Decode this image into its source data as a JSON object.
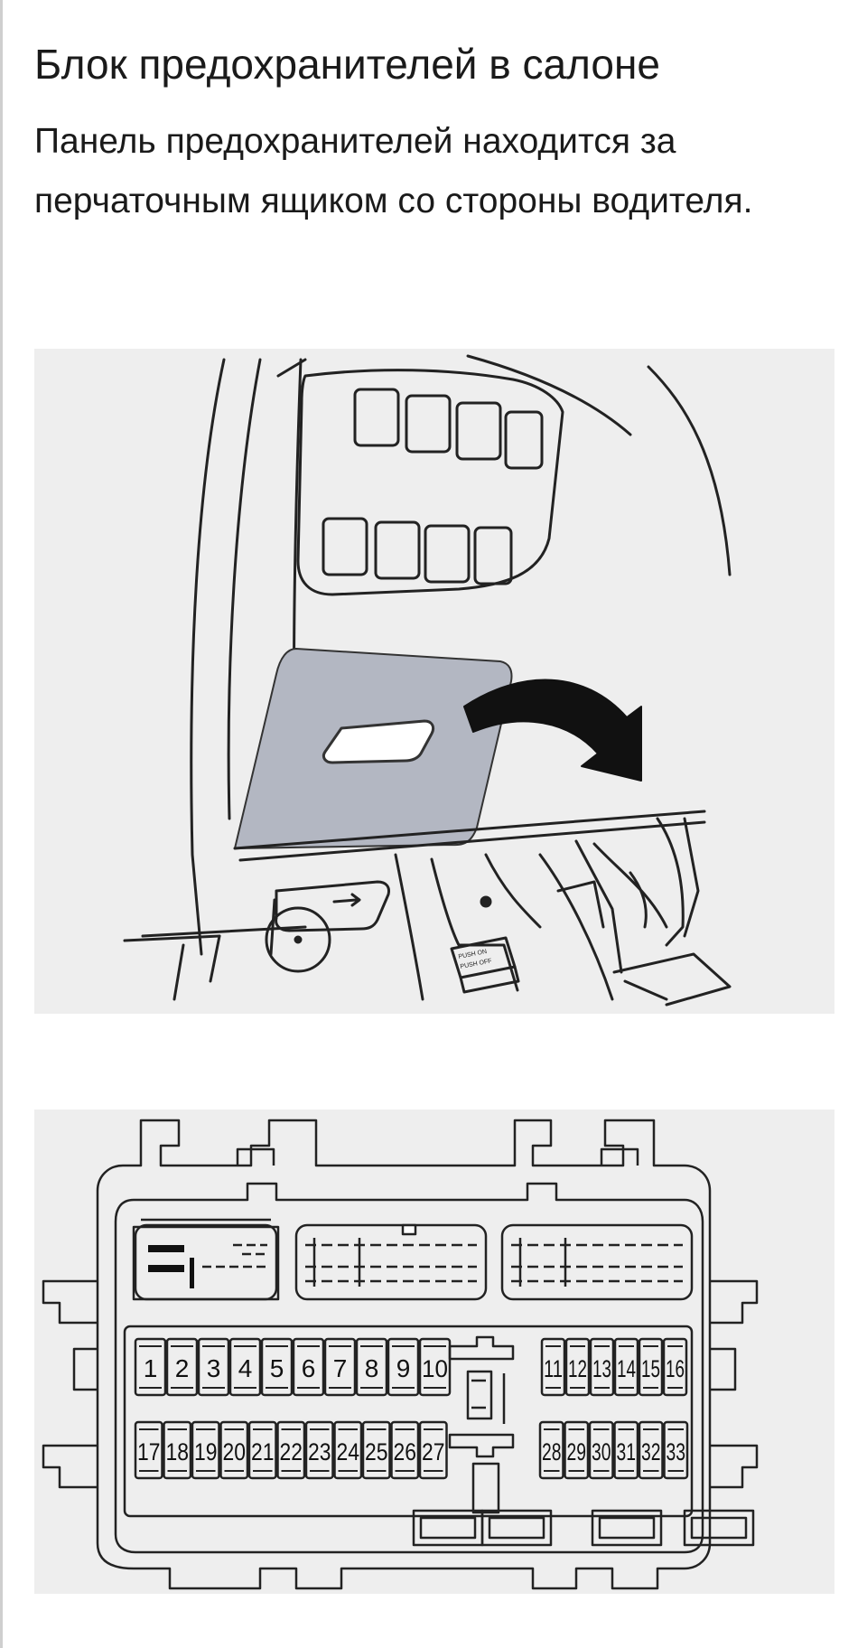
{
  "article": {
    "title": "Блок предохранителей в салоне",
    "paragraph": "Панель предохранителей находится за перчаточным ящиком со стороны водителя."
  },
  "figure1": {
    "switch_labels": [
      "PUSH ON",
      "PUSH OFF"
    ]
  },
  "figure2": {
    "fuses_top_left": [
      "1",
      "2",
      "3",
      "4",
      "5",
      "6",
      "7",
      "8",
      "9",
      "10"
    ],
    "fuses_top_right": [
      "11",
      "12",
      "13",
      "14",
      "15",
      "16"
    ],
    "fuses_bottom_left": [
      "17",
      "18",
      "19",
      "20",
      "21",
      "22",
      "23",
      "24",
      "25",
      "26",
      "27"
    ],
    "fuses_bottom_right": [
      "28",
      "29",
      "30",
      "31",
      "32",
      "33"
    ]
  }
}
